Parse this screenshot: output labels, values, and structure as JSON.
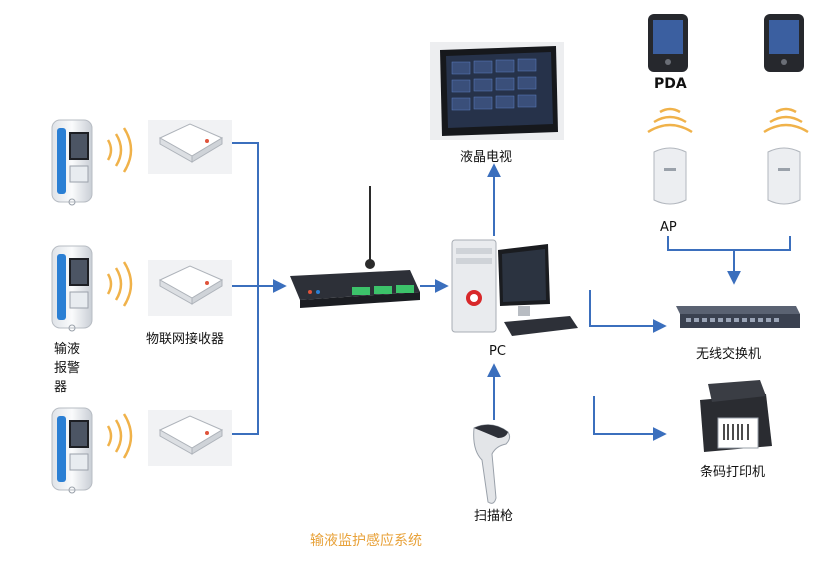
{
  "labels": {
    "pda": "PDA",
    "lcd_tv": "液晶电视",
    "ap": "AP",
    "iot_receiver": "物联网接收器",
    "infusion_alarm": [
      "输液",
      "报警",
      "器"
    ],
    "pc": "PC",
    "wireless_switch": "无线交换机",
    "barcode_printer": "条码打印机",
    "scanner": "扫描枪"
  },
  "caption": "输液监护感应系统",
  "colors": {
    "connector": "#3b6fbd",
    "signal_arc": "#f0b24a",
    "caption": "#e8a23a",
    "accent_blue": "#2a7fd4"
  }
}
